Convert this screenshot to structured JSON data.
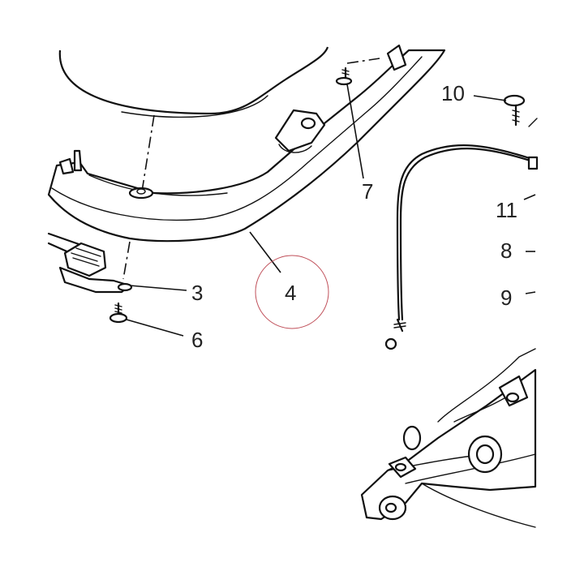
{
  "diagram": {
    "callouts": [
      {
        "id": "3",
        "text": "3"
      },
      {
        "id": "4",
        "text": "4"
      },
      {
        "id": "6",
        "text": "6"
      },
      {
        "id": "7",
        "text": "7"
      },
      {
        "id": "8",
        "text": "8"
      },
      {
        "id": "9",
        "text": "9"
      },
      {
        "id": "10",
        "text": "10"
      },
      {
        "id": "11",
        "text": "11"
      }
    ],
    "colors": {
      "line": "#111111",
      "label": "#222222",
      "highlight_circle": "#c0505a",
      "background": "#ffffff"
    }
  }
}
